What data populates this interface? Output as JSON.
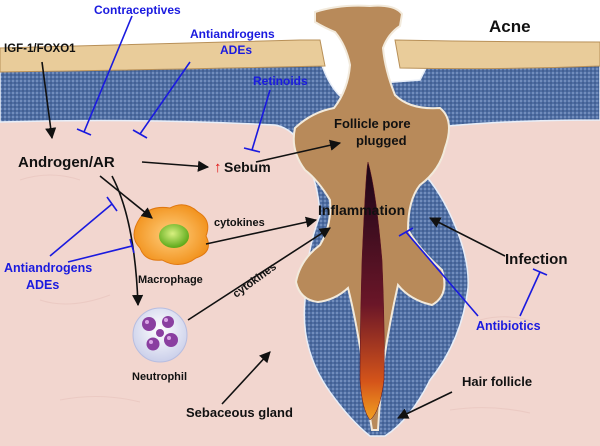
{
  "title": "Acne",
  "labels": {
    "igf": "IGF-1/FOXO1",
    "contraceptives": "Contraceptives",
    "antiandrogens_top_line1": "Antiandrogens",
    "antiandrogens_top_line2": "ADEs",
    "retinoids": "Retinoids",
    "androgen_ar": "Androgen/AR",
    "sebum": "Sebum",
    "follicle_line1": "Follicle pore",
    "follicle_line2": "plugged",
    "cytokines_upper": "cytokines",
    "cytokines_diag": "cytokines",
    "inflammation": "Inflammation",
    "infection": "Infection",
    "macrophage": "Macrophage",
    "neutrophil": "Neutrophil",
    "antiandrogens_left_line1": "Antiandrogens",
    "antiandrogens_left_line2": "ADEs",
    "antibiotics": "Antibiotics",
    "hair_follicle": "Hair follicle",
    "sebaceous_gland": "Sebaceous gland"
  },
  "colors": {
    "black_text": "#111111",
    "blue_text": "#1a1adf",
    "sebum_arrow": "#e01010",
    "skin": "#f2d6cf",
    "epidermis": "#5e7aa8",
    "sebum_fill": "#b88a5a",
    "surface": "#e9cc9a"
  },
  "icons": [
    "up-arrow-icon"
  ]
}
